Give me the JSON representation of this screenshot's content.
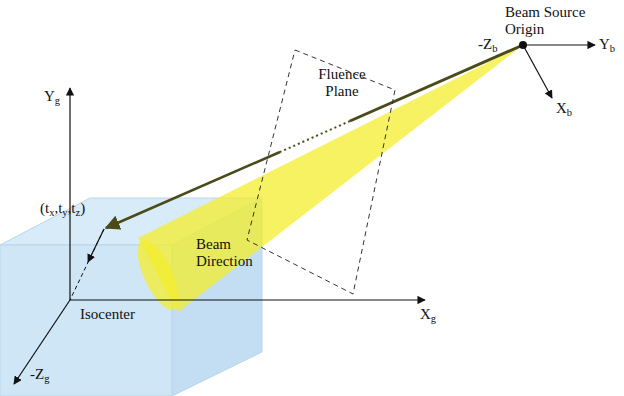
{
  "diagram": {
    "nodes": [
      {
        "text": [
          "Fluence Plane"
        ]
      }
    ],
    "labels": [
      "Beam Source Origin",
      "Yb",
      "Xb",
      "-Zb",
      "Yg",
      "Xg",
      "-Zg",
      "(tx,ty,tz)",
      "Beam Direction",
      "Isocenter"
    ]
  }
}
